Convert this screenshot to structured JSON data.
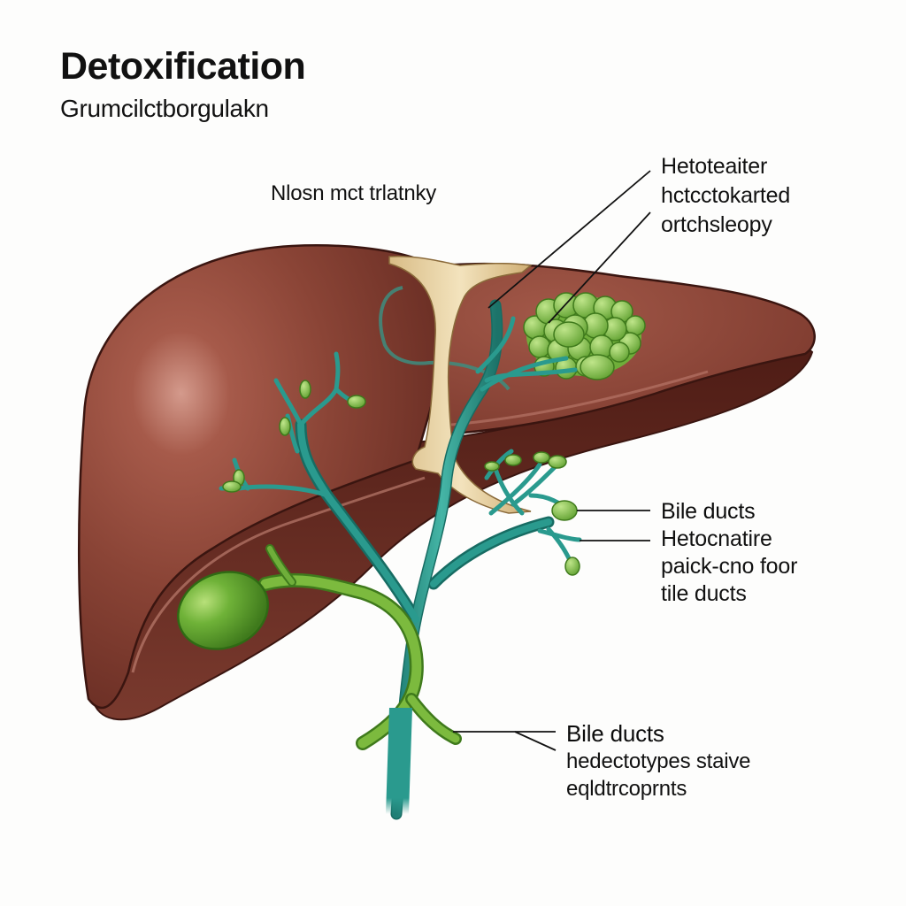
{
  "header": {
    "title": "Detoxification",
    "subtitle": "Grumcilctborgulakn"
  },
  "labels": {
    "top": "Nlosn mct trlatnky",
    "hepatocyte": {
      "lines": [
        "Hetoteaiter",
        "hctcctokarted",
        "ortchsleopy"
      ]
    },
    "bile_ducts_right": {
      "head": "Bile ducts",
      "lines": [
        "Hetocnatire",
        "paick-cno foor",
        "tile ducts"
      ]
    },
    "bile_ducts_bottom": {
      "head": "Bile ducts",
      "lines": [
        "hedectotypes staive",
        "eqldtrcoprnts"
      ]
    }
  },
  "illustration": {
    "subject": "liver",
    "structures": [
      "liver-left-lobe",
      "liver-right-lobe",
      "falciform-ligament",
      "hepatocyte-cluster",
      "bile-duct-tree",
      "gallbladder",
      "cystic-duct",
      "common-bile-duct"
    ],
    "colors": {
      "liver": "#8a4436",
      "liver_highlight": "#c08070",
      "liver_shadow": "#5a221a",
      "liver_outline": "#3a1510",
      "ligament": "#e6cf9e",
      "duct": "#2a9a8e",
      "duct_dark": "#176c63",
      "green": "#7cba3e",
      "green_dark": "#3f7a1c",
      "leader_line": "#111111"
    }
  }
}
